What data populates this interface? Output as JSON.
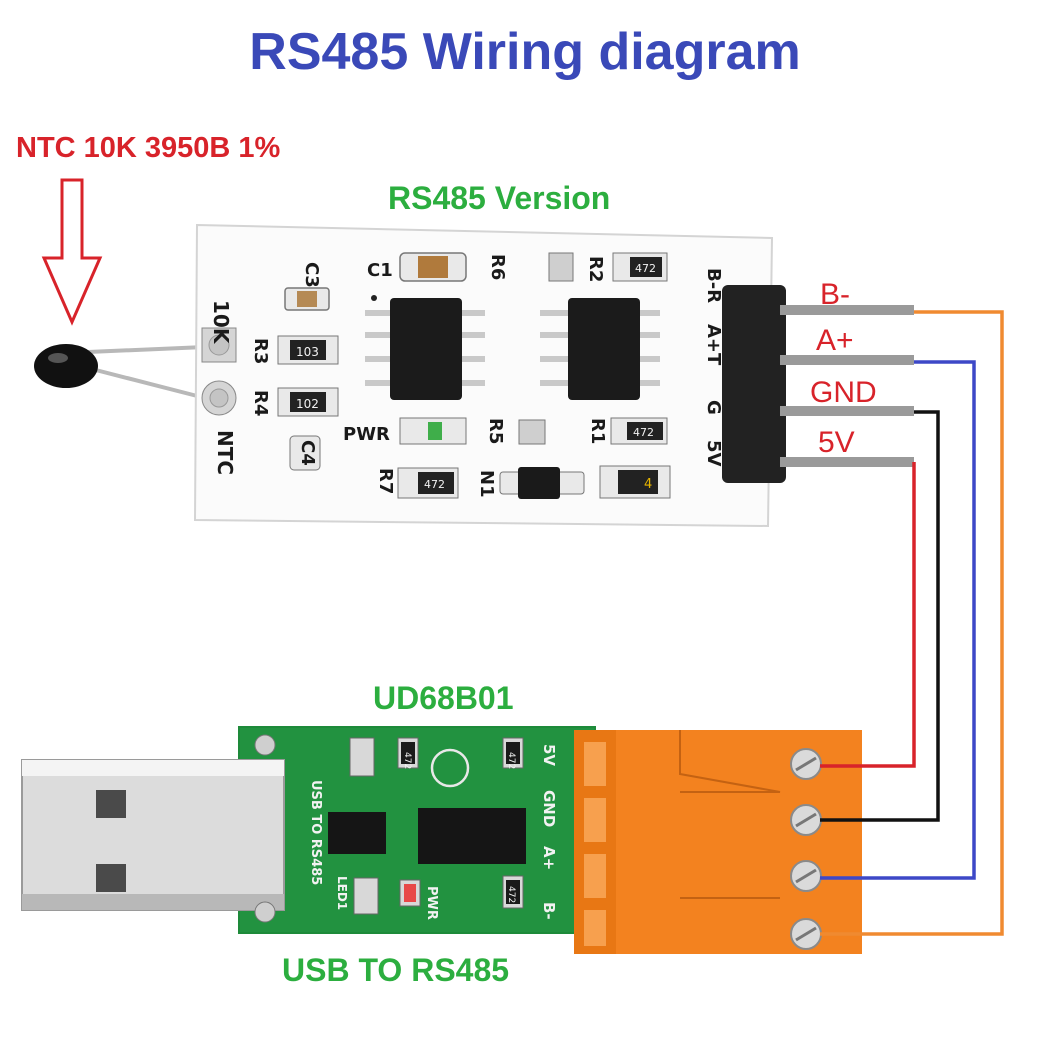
{
  "title": "RS485 Wiring diagram",
  "sensor_note": "NTC 10K 3950B 1%",
  "module": {
    "caption": "RS485 Version",
    "silkscreen": {
      "c3": "C3",
      "c1": "C1",
      "r6": "R6",
      "r2": "R2",
      "r3": "R3",
      "r4": "R4",
      "pwr": "PWR",
      "r5": "R5",
      "r1": "R1",
      "c4": "C4",
      "r7": "R7",
      "n1": "N1",
      "tenk": "10K",
      "ntc": "NTC",
      "code_103": "103",
      "code_102": "102",
      "code_472a": "472",
      "code_472b": "472",
      "code_472c": "472",
      "code_4": "4",
      "pin_br": "B-R",
      "pin_at": "A+T",
      "pin_g": "G",
      "pin_5v": "5V"
    },
    "pins": [
      "B-",
      "A+",
      "GND",
      "5V"
    ]
  },
  "adapter": {
    "caption_top": "UD68B01",
    "caption_bottom": "USB TO RS485",
    "silkscreen": {
      "usb": "USB TO RS485",
      "five_v": "5V",
      "gnd": "GND",
      "aplus": "A+",
      "bminus": "B-",
      "pwr": "PWR",
      "led": "LED1",
      "code_472a": "472",
      "code_472b": "472",
      "code_472c": "472"
    },
    "terminals": [
      "5V",
      "GND",
      "A+",
      "B-"
    ]
  },
  "wire_colors": {
    "b_minus": "#f08a30",
    "a_plus": "#3d48c7",
    "gnd": "#111111",
    "five_v": "#d8232a"
  }
}
